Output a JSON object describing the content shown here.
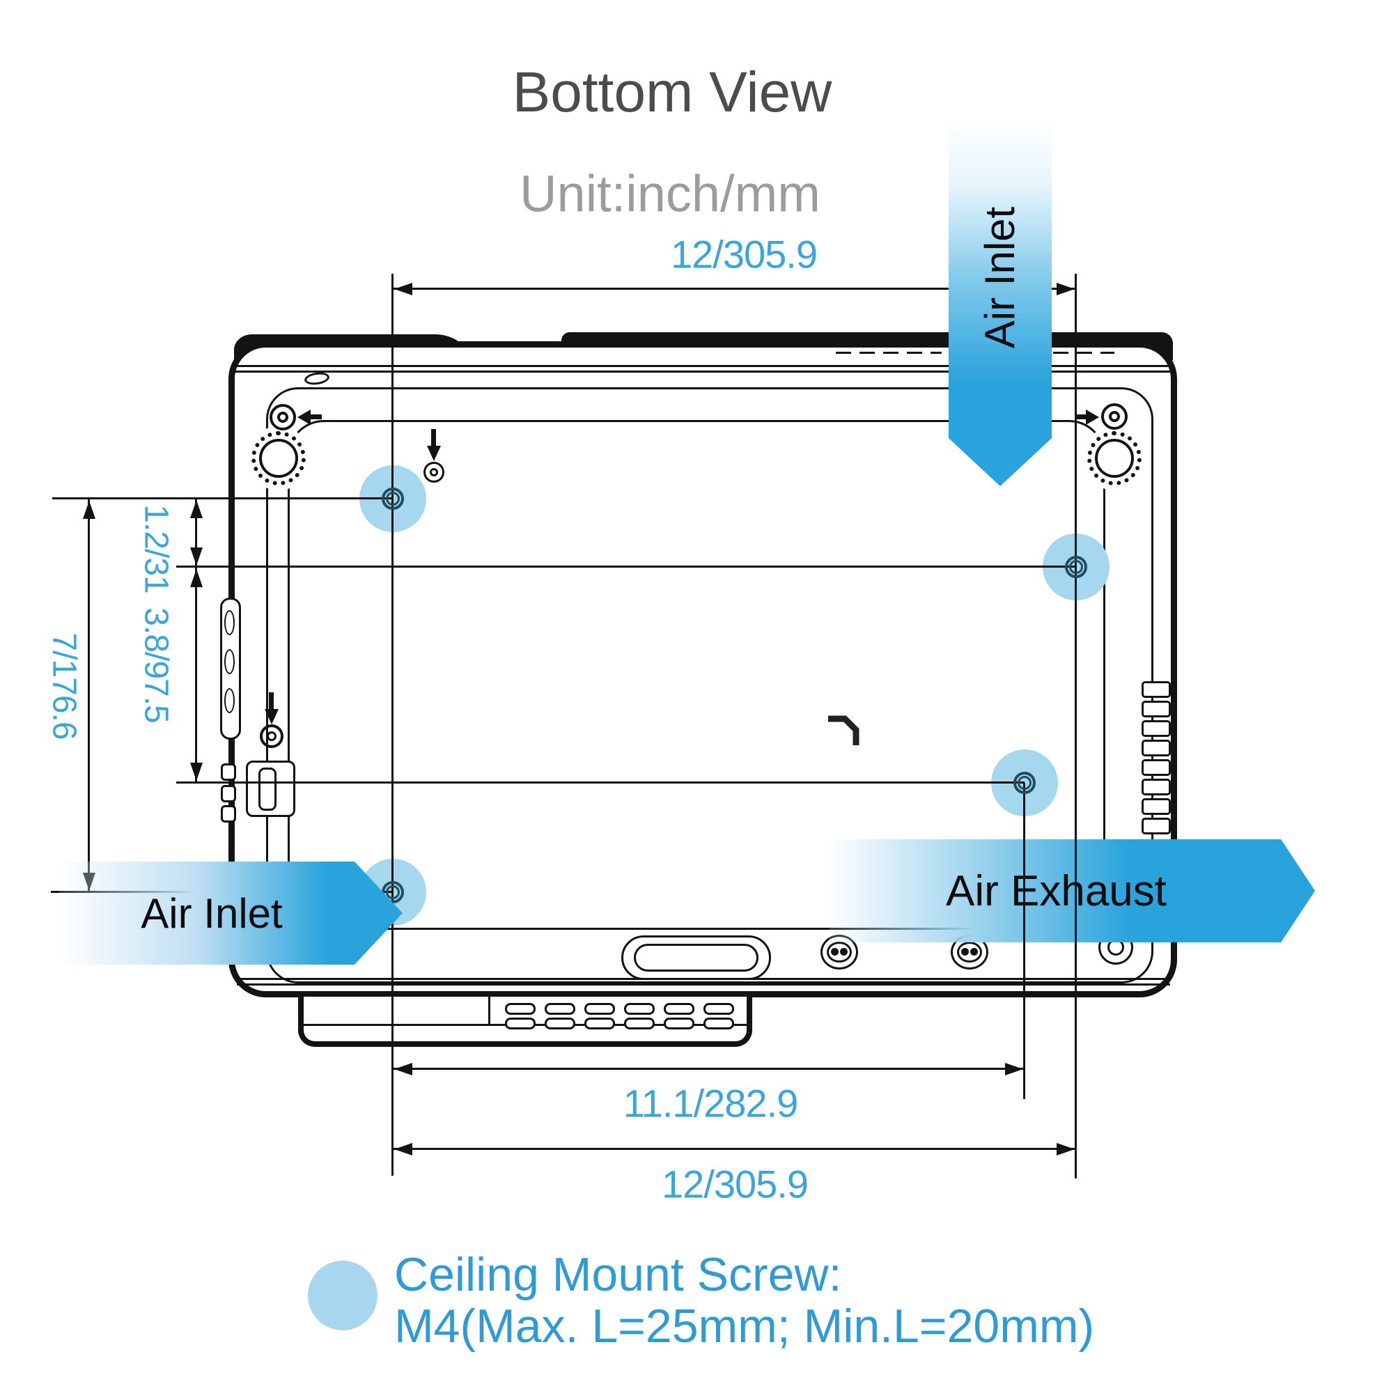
{
  "header": {
    "title": "Bottom View",
    "unit": "Unit:inch/mm"
  },
  "dimensions": {
    "top_width": "12/305.9",
    "left_total_height": "7/176.6",
    "left_top_offset": "1.2/31",
    "left_mid_span": "3.8/97.5",
    "bottom_inner_width": "11.1/282.9",
    "bottom_total_width": "12/305.9"
  },
  "airflow": {
    "inlet_top": "Air Inlet",
    "inlet_left": "Air Inlet",
    "exhaust": "Air Exhaust"
  },
  "legend": {
    "title": "Ceiling Mount Screw:",
    "spec": "M4(Max. L=25mm; Min.L=20mm)"
  },
  "colors": {
    "dimension_text": "#3aa5da",
    "banner_blue": "#29a3dc",
    "highlight_blue": "#a5d7ef",
    "legend_text": "#2f9bd6",
    "screw_ring": "#1d4e5e",
    "line_black": "#131313",
    "title_gray": "#4c4c4c",
    "unit_gray": "#9c9c9c"
  }
}
